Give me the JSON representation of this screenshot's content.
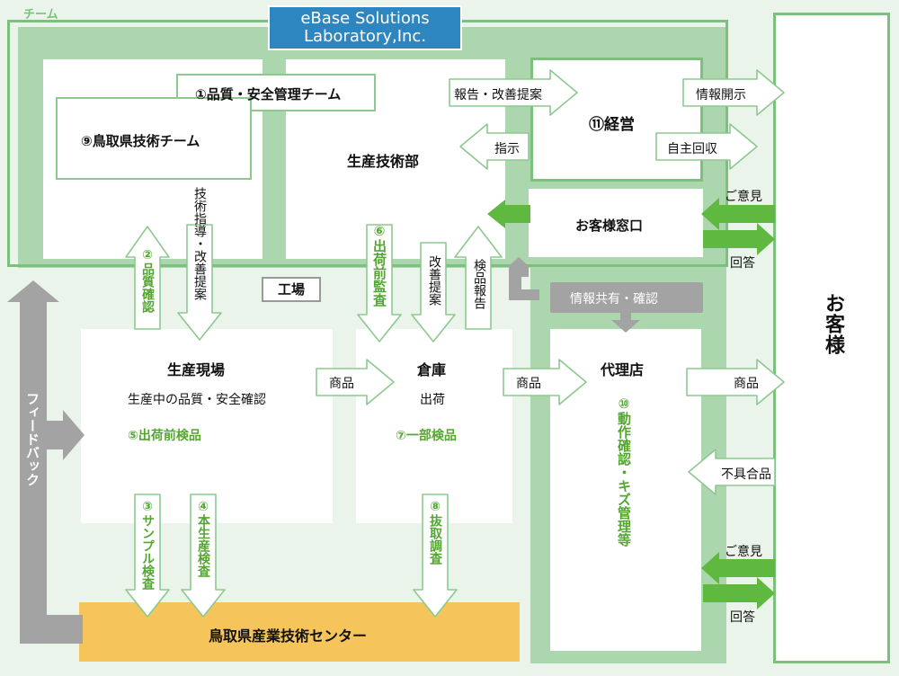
{
  "team_label": "チーム",
  "company": {
    "line1": "eBase Solutions",
    "line2": "Laboratory,Inc."
  },
  "factory_label": "工場",
  "quality_team": "①品質・安全管理チーム",
  "tottori_team": "⑨鳥取県技術チーム",
  "production_dept": "生産技術部",
  "management": "⑪経営",
  "customer_window": "お客様窓口",
  "customer": "お客様",
  "production_site": {
    "title": "生産現場",
    "sub": "生産中の品質・安全確認",
    "check": "⑤出荷前検品"
  },
  "warehouse": {
    "title": "倉庫",
    "sub": "出荷",
    "check": "⑦一部検品"
  },
  "agency": {
    "title": "代理店",
    "note": "⑩動作確認・キズ管理等"
  },
  "center": "鳥取県産業技術センター",
  "feedback": "フィードバック",
  "info_share": "情報共有・確認",
  "arrows": {
    "report": "報告・改善提案",
    "instruct": "指示",
    "disclose": "情報開示",
    "recall": "自主回収",
    "opinion_top": "ご意見",
    "answer_top": "回答",
    "tech_guidance": "技術指導・改善提案",
    "quality_check": "②品質確認",
    "preship_inspect": "⑥出荷前監査",
    "improve": "改善提案",
    "inspect_report": "検品報告",
    "goods1": "商品",
    "goods2": "商品",
    "goods3": "商品",
    "defect": "不具合品",
    "opinion_bottom": "ご意見",
    "answer_bottom": "回答",
    "sample": "③サンプル検査",
    "main_prod": "④本生産検査",
    "sampling": "⑧抜取調査"
  },
  "colors": {
    "band": "#acd6ad",
    "frame": "#7cc07e",
    "accent": "#53a632",
    "gray": "#a3a3a3",
    "center": "#f5c45a",
    "company": "#2e86c1"
  }
}
